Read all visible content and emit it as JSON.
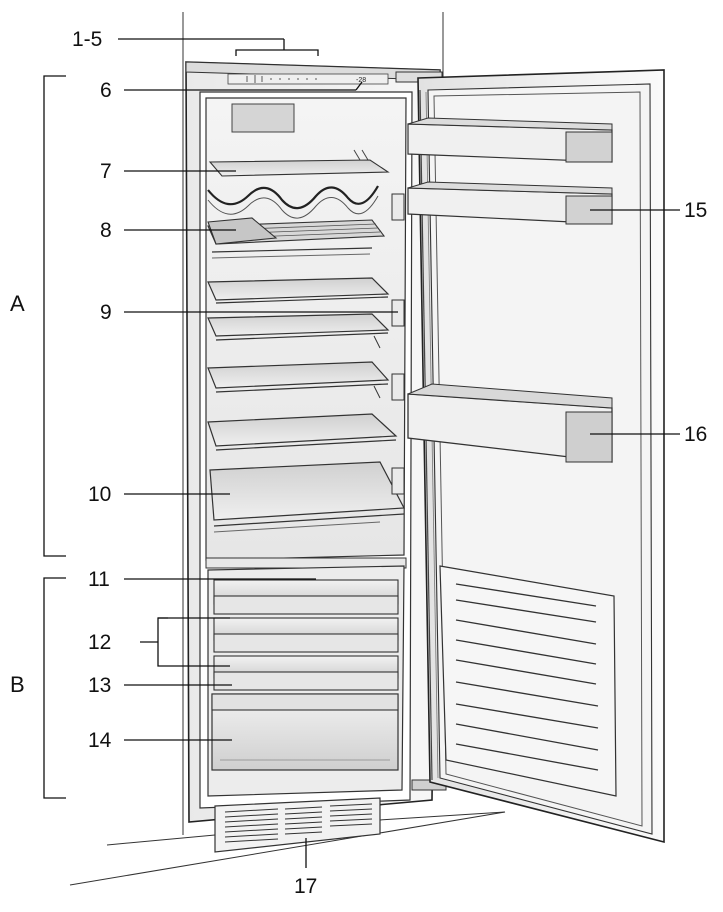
{
  "diagram": {
    "callouts": [
      {
        "id": "c1",
        "text": "1-5"
      },
      {
        "id": "c6",
        "text": "6"
      },
      {
        "id": "c7",
        "text": "7"
      },
      {
        "id": "c8",
        "text": "8"
      },
      {
        "id": "c9",
        "text": "9"
      },
      {
        "id": "c10",
        "text": "10"
      },
      {
        "id": "c11",
        "text": "11"
      },
      {
        "id": "c12",
        "text": "12"
      },
      {
        "id": "c13",
        "text": "13"
      },
      {
        "id": "c14",
        "text": "14"
      },
      {
        "id": "c15",
        "text": "15"
      },
      {
        "id": "c16",
        "text": "16"
      },
      {
        "id": "c17",
        "text": "17"
      }
    ],
    "sections": {
      "a": "A",
      "b": "B"
    },
    "control_panel_readout": "-28"
  }
}
